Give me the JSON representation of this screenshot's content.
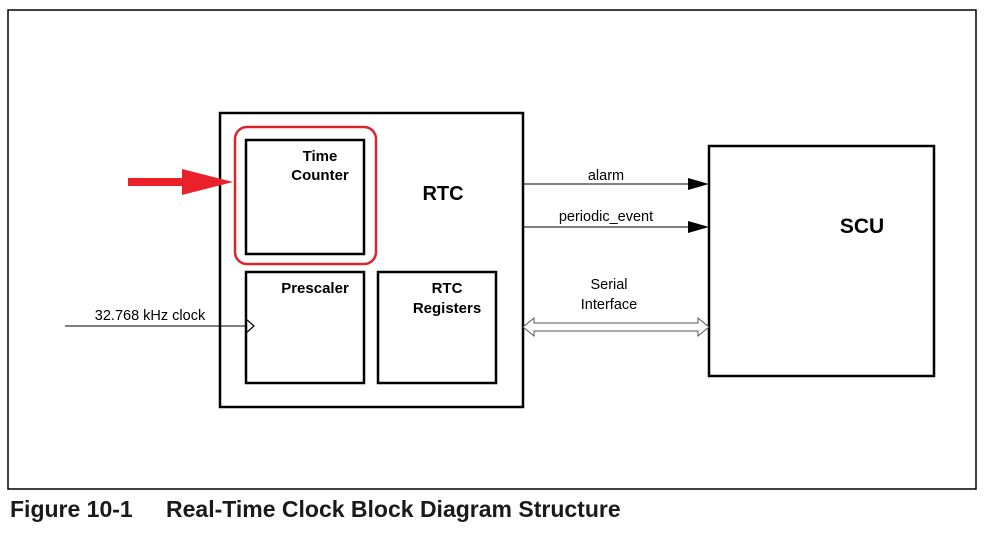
{
  "diagram": {
    "rtc_label": "RTC",
    "time_counter": {
      "line1": "Time",
      "line2": "Counter"
    },
    "prescaler_label": "Prescaler",
    "rtc_registers": {
      "line1": "RTC",
      "line2": "Registers"
    },
    "scu_label": "SCU",
    "clock_input_label": "32.768 kHz clock",
    "alarm_label": "alarm",
    "periodic_event_label": "periodic_event",
    "serial_interface": {
      "line1": "Serial",
      "line2": "Interface"
    },
    "highlight_color": "#d9262e",
    "pointer_arrow_color": "#e8212b"
  },
  "caption": {
    "figure_number": "Figure 10-1",
    "title": "Real-Time Clock Block Diagram Structure"
  }
}
